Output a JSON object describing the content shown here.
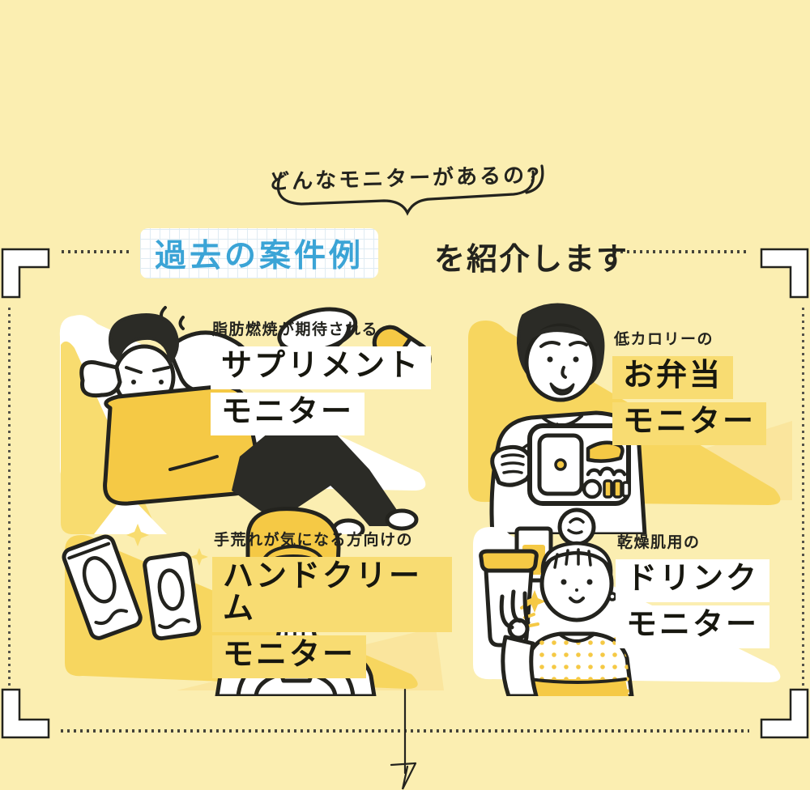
{
  "page": {
    "background": "#FBEEB1",
    "ink": "#23231E",
    "title_blue": "#3BA4D6",
    "highlight_yellow": "#F8DC72",
    "triangle_yellow": "#F7D65F",
    "accent_yellow": "#F5C945"
  },
  "speech_bubble": {
    "text": "どんなモニターがあるの?"
  },
  "heading": {
    "highlighted": "過去の案件例",
    "rest": "を紹介します"
  },
  "cards": [
    {
      "id": "supplement",
      "subtitle": "脂肪燃焼が期待される",
      "title_line1": "サプリメント",
      "title_line2": "モニター",
      "highlight": "white",
      "illustration": "man-doing-situps-with-pills"
    },
    {
      "id": "bento",
      "subtitle": "低カロリーの",
      "title_line1": "お弁当",
      "title_line2": "モニター",
      "highlight": "yellow",
      "illustration": "man-eating-low-calorie-bento"
    },
    {
      "id": "handcream",
      "subtitle": "手荒れが気になる方向けの",
      "title_line1": "ハンドクリーム",
      "title_line2": "モニター",
      "highlight": "yellow",
      "illustration": "woman-happy-with-hand-cream-tubes"
    },
    {
      "id": "drink",
      "subtitle": "乾燥肌用の",
      "title_line1": "ドリンク",
      "title_line2": "モニター",
      "highlight": "white",
      "illustration": "woman-ok-sign-with-drinks"
    }
  ]
}
